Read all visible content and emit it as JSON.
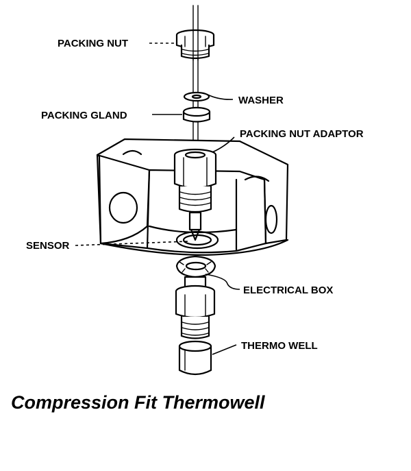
{
  "labels": {
    "packing_nut": "PACKING NUT",
    "washer": "WASHER",
    "packing_gland": "PACKING GLAND",
    "packing_nut_adaptor": "PACKING NUT ADAPTOR",
    "sensor": "SENSOR",
    "electrical_box": "ELECTRICAL BOX",
    "thermo_well": "THERMO WELL"
  },
  "caption": "Compression Fit Thermowell"
}
